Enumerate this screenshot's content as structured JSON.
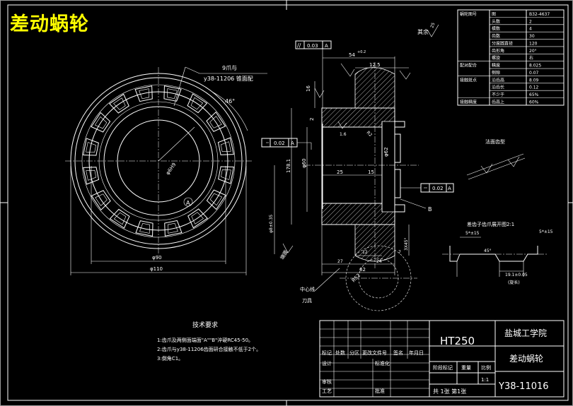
{
  "overlay_title": "差动蜗轮",
  "colors": {
    "background": "#000000",
    "lines": "#ffffff",
    "overlay": "#ffff00"
  },
  "front_view": {
    "leader_label": "9爪与",
    "leader_ref": "y38-11206 锥面配",
    "angle": "46°",
    "hole_dim": "φ6H9",
    "point_a": "A",
    "dia_inner": "φ90",
    "dia_outer": "φ110"
  },
  "section_view": {
    "flatness_sym": "//",
    "flatness_tol": "0.03",
    "flatness_datum": "A",
    "width_54": "54",
    "width_54_tol": "+0.2",
    "width_125": "12.5",
    "dim_16": "16",
    "dim_2": "2",
    "ra_16": "1.6",
    "r2": "R2",
    "tol_box1_tol": "0.02",
    "tol_box1_datum": "A",
    "dia_178": "178.1",
    "dia_60": "φ60",
    "dia_62": "φ62",
    "dim_25": "25",
    "dim_15": "15",
    "tol_box2_tol": "0.02",
    "tol_box2_datum": "A",
    "point_b": "B",
    "dim_35": "φ8±0.35",
    "surface_mark": "端面",
    "dim_3x45": "3X45°",
    "dim_12": "12",
    "dim_7": "7",
    "dim_27": "27",
    "dim_24": "24",
    "dim_62": "62",
    "dim_r52": "R52",
    "center_line_label": "中心线",
    "tool_label": "刀具"
  },
  "rest_finish": {
    "label": "其余",
    "value": "25"
  },
  "tooth_section_label": "法面齿型",
  "detail": {
    "title": "差齿子齿爪展开图2:1",
    "left_chamfer": "5*±15",
    "right_chamfer": "5*±15",
    "angle": "45°",
    "dim_width": "19.1±0.05",
    "dim_note": "(旋长)"
  },
  "param_table": {
    "rows": [
      [
        "蜗轮图号",
        "图",
        "B32-4637"
      ],
      [
        "",
        "头数",
        "2"
      ],
      [
        "",
        "模数",
        "4"
      ],
      [
        "",
        "齿数",
        "30"
      ],
      [
        "",
        "分度圆直径",
        "120"
      ],
      [
        "",
        "齿形角",
        "20°"
      ],
      [
        "",
        "螺旋",
        "右"
      ],
      [
        "配对配合",
        "精度",
        "8.025"
      ],
      [
        "",
        "侧隙",
        "0.07"
      ],
      [
        "接触斑点",
        "沿齿高",
        "8.09"
      ],
      [
        "",
        "沿齿长",
        "0.12"
      ],
      [
        "",
        "不少于",
        "65%"
      ],
      [
        "接触精度",
        "齿高上",
        "60%"
      ]
    ]
  },
  "tech_req": {
    "heading": "技术要求",
    "items": [
      "1:齿爪及两侧面端面\"A\"\"B\"淬硬RC45-50。",
      "2:齿爪与y38-11206齿面研合接触不低于2个。",
      "3:倒角C1。"
    ]
  },
  "title_block": {
    "material": "HT250",
    "school": "盐城工学院",
    "part_name": "差动蜗轮",
    "drawing_no": "Y38-11016",
    "scale": "1:1",
    "sheets": "共 1张 第1张",
    "h_mark": "标记",
    "h_count": "处数",
    "h_zone": "分区",
    "h_change": "更改文件号",
    "h_sign": "签名",
    "h_date": "年月日",
    "h_design": "设计",
    "h_std": "标准化",
    "h_stage": "阶段标记",
    "h_weight": "重量",
    "h_scale": "比例",
    "h_review": "审核",
    "h_process": "工艺",
    "h_approve": "批准"
  }
}
